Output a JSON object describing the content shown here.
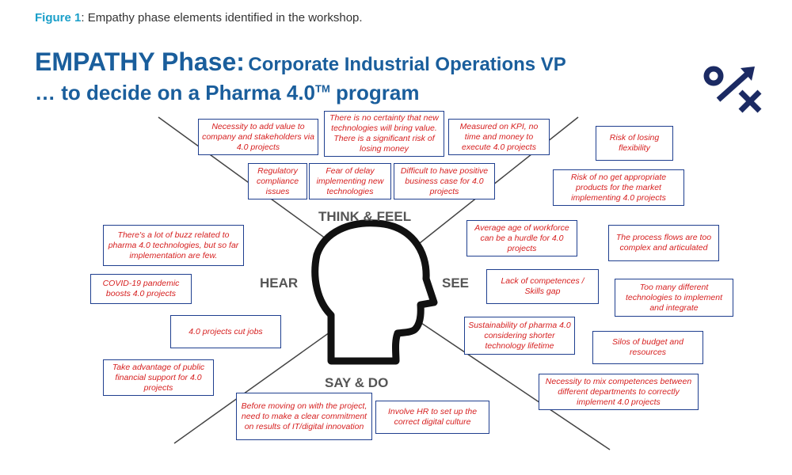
{
  "caption": {
    "figure_label": "Figure 1",
    "text": ": Empathy phase elements identified in the workshop."
  },
  "title": {
    "phase": "EMPATHY Phase:",
    "role": "Corporate Industrial Operations VP",
    "line2_prefix": "… to decide on a Pharma 4.0",
    "trademark": "TM",
    "line2_suffix": " program"
  },
  "colors": {
    "title": "#1a5e9c",
    "caption_accent": "#1a9fc9",
    "box_border": "#1f3f8f",
    "box_text": "#d62020",
    "quadrant_label": "#555555",
    "logo": "#1b2a63"
  },
  "logo_icon": "percent-x-arrow-icon",
  "quadrants": {
    "think_feel": "THINK & FEEL",
    "hear": "HEAR",
    "see": "SEE",
    "say_do": "SAY & DO"
  },
  "think_feel_items": [
    "Necessity to add value to company and stakeholders via 4.0 projects",
    "There is no certainty that new technologies will bring value. There is a significant risk of losing money",
    "Measured on KPI, no time and money to execute 4.0 projects",
    "Regulatory compliance issues",
    "Fear of delay implementing new technologies",
    "Difficult to have positive business case for 4.0 projects"
  ],
  "hear_items": [
    "There's a lot of buzz related to pharma 4.0 technologies, but so far implementation are few.",
    "COVID-19 pandemic boosts 4.0 projects",
    "4.0 projects cut jobs",
    "Take advantage of public financial support for 4.0 projects"
  ],
  "see_items": [
    "Risk of losing flexibility",
    "Risk of no get appropriate products for the market implementing 4.0 projects",
    "Average age of workforce can be a hurdle for 4.0 projects",
    "The process flows are too complex and articulated",
    "Lack of competences / Skills gap",
    "Too many different technologies to implement and integrate",
    "Sustainability of pharma 4.0 considering shorter technology lifetime",
    "Silos of budget and resources",
    "Necessity to mix competences between different departments to correctly implement 4.0 projects"
  ],
  "say_do_items": [
    "Before moving on with the project, need to make a clear commitment on results of IT/digital innovation",
    "Involve HR to set up the correct digital culture"
  ]
}
